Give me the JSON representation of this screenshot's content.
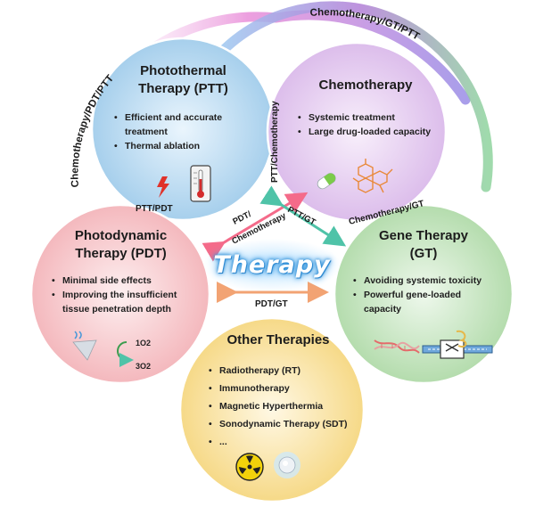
{
  "center": {
    "word": "Therapy"
  },
  "panels": {
    "ptt": {
      "title_1": "Photothermal",
      "title_2": "Therapy (PTT)",
      "items": [
        "Efficient and accurate",
        "treatment",
        "Thermal ablation"
      ]
    },
    "chemo": {
      "title": "Chemotherapy",
      "items": [
        "Systemic treatment",
        "Large drug-loaded capacity"
      ]
    },
    "pdt": {
      "title_1": "Photodynamic",
      "title_2": "Therapy (PDT)",
      "items": [
        "Minimal side effects",
        "Improving the insufficient",
        "tissue penetration depth"
      ]
    },
    "gt": {
      "title_1": "Gene Therapy",
      "title_2": "(GT)",
      "items": [
        "Avoiding  systemic toxicity",
        "Powerful gene-loaded",
        "capacity"
      ]
    },
    "other": {
      "title": "Other Therapies",
      "items": [
        "Radiotherapy (RT)",
        "Immunotherapy",
        "Magnetic Hyperthermia",
        "Sonodynamic Therapy (SDT)",
        "..."
      ]
    }
  },
  "combos": {
    "chemo_pdt_ptt": "Chemotherapy/PDT/PTT",
    "chemo_gt_ptt": "Chemotherapy/GT/PTT",
    "ptt_chemo": "PTT/Chemotherapy",
    "ptt_pdt": "PTT/PDT",
    "pdt_chemo_1": "PDT/",
    "pdt_chemo_2": "Chemotherapy",
    "ptt_gt": "PTT/GT",
    "chemo_gt": "Chemotherapy/GT",
    "pdt_gt": "PDT/GT"
  },
  "pdt_icon": {
    "singlet_oxygen": "1O2",
    "oxygen": "3O2"
  },
  "colors": {
    "ptt": "#a9d2ee",
    "chemo": "#e6cdf1",
    "pdt": "#f8c9cb",
    "gt": "#c5e7bf",
    "other": "#fbe4a6",
    "ring_pink": "#e88ad8",
    "ring_blue": "#8ec7f0",
    "ring_purple": "#b27ed6",
    "ring_green": "#88d19a",
    "arrow_pink": "#f46b8a",
    "arrow_teal": "#55c9b0",
    "arrow_orange": "#f2a373"
  },
  "icons": [
    "lightning-icon",
    "thermometer-icon",
    "pill-capsule-icon",
    "drug-molecule-icon",
    "light-cone-icon",
    "oxygen-cycle-icon",
    "dna-helix-icon",
    "gene-editing-icon",
    "radiation-icon",
    "nanoparticle-icon"
  ]
}
